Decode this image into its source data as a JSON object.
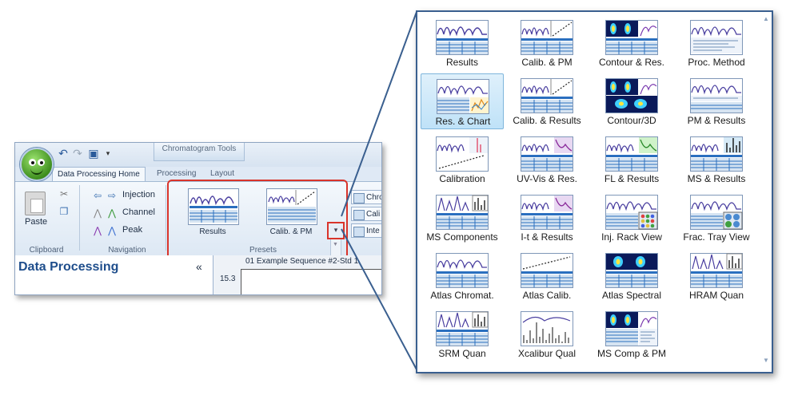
{
  "ribbon": {
    "context_group": "Chromatogram Tools",
    "tabs": [
      {
        "label": "Data Processing Home",
        "active": true
      },
      {
        "label": "Processing",
        "active": false
      },
      {
        "label": "Layout",
        "active": false
      }
    ],
    "clipboard": {
      "paste_label": "Paste",
      "group_label": "Clipboard"
    },
    "navigation": {
      "items": [
        "Injection",
        "Channel",
        "Peak"
      ],
      "group_label": "Navigation"
    },
    "presets": {
      "items": [
        "Results",
        "Calib. & PM"
      ],
      "group_label": "Presets",
      "side_items": [
        "Chro",
        "Cali",
        "Inte"
      ]
    }
  },
  "data_processing_pane": {
    "title": "Data Processing",
    "collapse_glyph": "«"
  },
  "document": {
    "sequence_tab": "01 Example Sequence #2-Std 1",
    "axis_value": "15.3"
  },
  "gallery": {
    "selected": "Res. & Chart",
    "items": [
      {
        "label": "Results",
        "icon": "results-layout-icon"
      },
      {
        "label": "Calib. & PM",
        "icon": "calib-pm-layout-icon"
      },
      {
        "label": "Contour & Res.",
        "icon": "contour-results-layout-icon"
      },
      {
        "label": "Proc. Method",
        "icon": "proc-method-layout-icon"
      },
      {
        "label": "Res. & Chart",
        "icon": "results-chart-layout-icon"
      },
      {
        "label": "Calib. & Results",
        "icon": "calib-results-layout-icon"
      },
      {
        "label": "Contour/3D",
        "icon": "contour-3d-layout-icon"
      },
      {
        "label": "PM & Results",
        "icon": "pm-results-layout-icon"
      },
      {
        "label": "Calibration",
        "icon": "calibration-layout-icon"
      },
      {
        "label": "UV-Vis & Res.",
        "icon": "uvvis-results-layout-icon"
      },
      {
        "label": "FL & Results",
        "icon": "fl-results-layout-icon"
      },
      {
        "label": "MS & Results",
        "icon": "ms-results-layout-icon"
      },
      {
        "label": "MS Components",
        "icon": "ms-components-layout-icon"
      },
      {
        "label": "I-t & Results",
        "icon": "it-results-layout-icon"
      },
      {
        "label": "Inj. Rack View",
        "icon": "inj-rack-view-layout-icon"
      },
      {
        "label": "Frac. Tray View",
        "icon": "frac-tray-view-layout-icon"
      },
      {
        "label": "Atlas Chromat.",
        "icon": "atlas-chromat-layout-icon"
      },
      {
        "label": "Atlas Calib.",
        "icon": "atlas-calib-layout-icon"
      },
      {
        "label": "Atlas Spectral",
        "icon": "atlas-spectral-layout-icon"
      },
      {
        "label": "HRAM Quan",
        "icon": "hram-quan-layout-icon"
      },
      {
        "label": "SRM Quan",
        "icon": "srm-quan-layout-icon"
      },
      {
        "label": "Xcalibur Qual",
        "icon": "xcalibur-qual-layout-icon"
      },
      {
        "label": "MS Comp & PM",
        "icon": "ms-comp-pm-layout-icon"
      }
    ]
  },
  "colors": {
    "highlight": "#d9342b",
    "popup_border": "#3a5f8f",
    "selection": "#bfe2f8"
  }
}
